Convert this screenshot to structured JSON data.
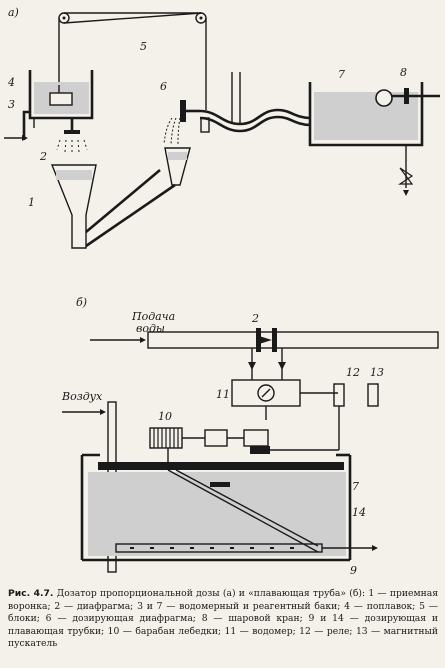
{
  "panel_a": {
    "label": "а)",
    "numbers": [
      "1",
      "2",
      "3",
      "4",
      "5",
      "6",
      "7",
      "8"
    ]
  },
  "panel_b": {
    "label": "б)",
    "water_label_1": "Подача",
    "water_label_2": "воды",
    "air_label": "Воздух",
    "numbers": [
      "2",
      "11",
      "12",
      "13",
      "10",
      "7",
      "14",
      "9"
    ]
  },
  "caption": {
    "head": "Рис. 4.7.",
    "text": "Дозатор пропорциональной дозы (а) и «плавающая труба» (б): 1 — приемная воронка; 2 — диафрагма; 3 и 7 — водомерный и реагентный баки; 4 — поплавок; 5 — блоки; 6 — дозирующая диафрагма; 8 — шаровой кран; 9 и 14 — дозирующая и плавающая трубки; 10 — барабан лебедки; 11 — водомер; 12 — реле; 13 — магнитный пускатель"
  }
}
